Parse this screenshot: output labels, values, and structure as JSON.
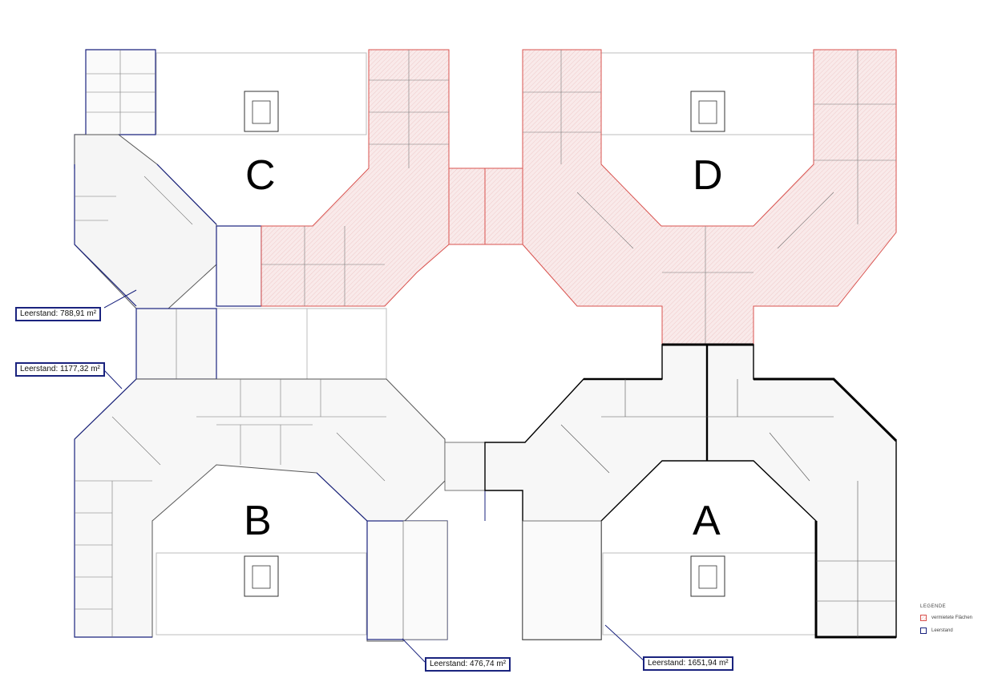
{
  "wings": [
    {
      "letter": "C"
    },
    {
      "letter": "D"
    },
    {
      "letter": "B"
    },
    {
      "letter": "A"
    }
  ],
  "callouts": [
    {
      "text": "Leerstand: 788,91 m²"
    },
    {
      "text": "Leerstand: 1177,32 m²"
    },
    {
      "text": "Leerstand: 476,74 m²"
    },
    {
      "text": "Leerstand: 1651,94 m²"
    }
  ],
  "legend": {
    "title": "LEGENDE",
    "items": [
      {
        "label": "vermietete Flächen",
        "swatch": "rented"
      },
      {
        "label": "Leerstand",
        "swatch": "vacant"
      }
    ]
  },
  "colors": {
    "rented_outline": "#d9534f",
    "rented_fill": "#f7e3e3",
    "vacant_outline": "#1a237e",
    "wall": "#555555",
    "heavy_wall": "#000000"
  }
}
